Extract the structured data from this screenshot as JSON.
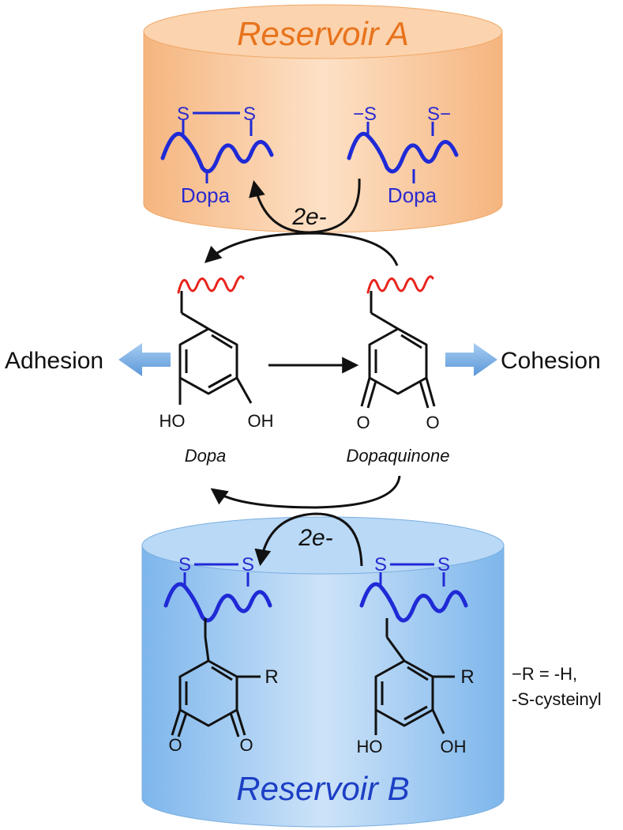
{
  "reservoir_a": {
    "title": "Reservoir A",
    "left_dopa_label": "Dopa",
    "right_dopa_label": "Dopa",
    "left_sulfur_1": "S",
    "left_sulfur_2": "S",
    "right_thiolate_1": "−S",
    "right_thiolate_2": "S−",
    "electron_label": "2e-"
  },
  "center": {
    "dopa_oh_left": "HO",
    "dopa_oh_right": "OH",
    "quinone_o_left": "O",
    "quinone_o_right": "O",
    "dopa_caption": "Dopa",
    "dopaquinone_caption": "Dopaquinone",
    "adhesion_label": "Adhesion",
    "cohesion_label": "Cohesion"
  },
  "reservoir_b": {
    "title": "Reservoir B",
    "electron_label": "2e-",
    "left_sulfur_1": "S",
    "left_sulfur_2": "S",
    "right_sulfur_1": "S",
    "right_sulfur_2": "S",
    "left_r_group": "R",
    "right_r_group": "R",
    "left_o_1": "O",
    "left_o_2": "O",
    "right_oh_left": "HO",
    "right_oh_right": "OH",
    "r_definition_line1": "−R = -H,",
    "r_definition_line2": "-S-cysteinyl"
  },
  "colors": {
    "reservoir_a_fill": "#f9c79a",
    "reservoir_a_title": "#e8731c",
    "reservoir_b_fill": "#9cc8f2",
    "reservoir_b_title": "#1d3fc4",
    "protein_chain": "#1f2ad6",
    "red_chain": "#e8241c",
    "fat_arrow": "#7fb2e5"
  }
}
